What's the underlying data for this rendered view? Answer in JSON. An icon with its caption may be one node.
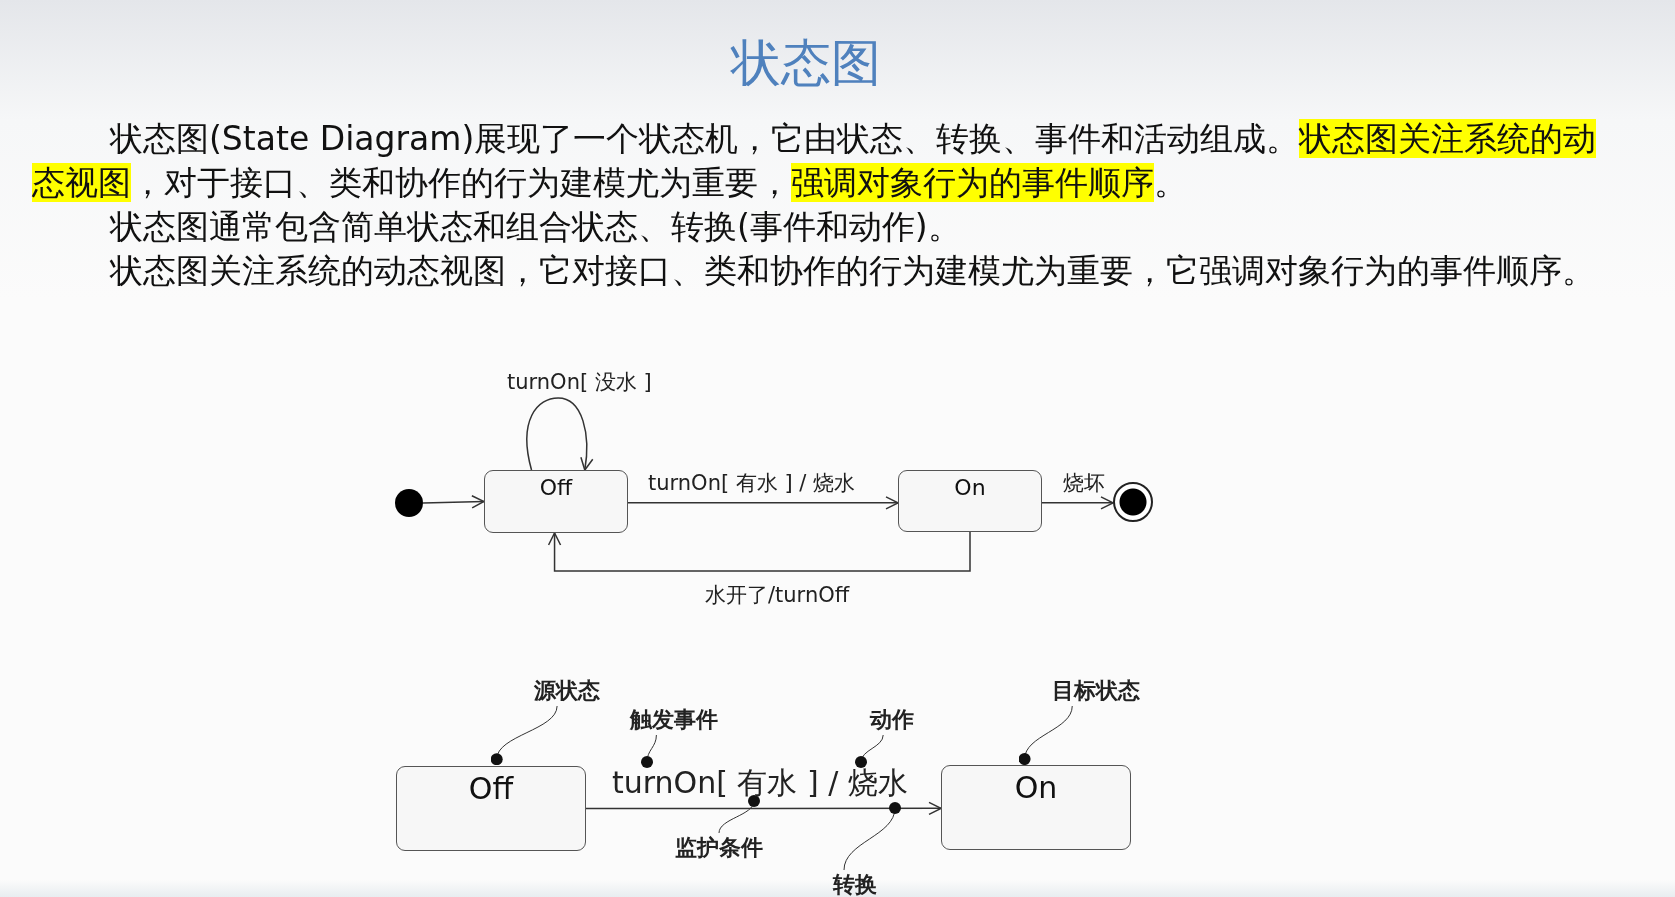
{
  "diagram": {
    "title": "状态图",
    "nodes": [
      {
        "text": [],
        "shape": "circle"
      },
      {
        "text": [
          "Off"
        ]
      },
      {
        "text": [
          "On"
        ]
      },
      {
        "text": [],
        "shape": "circle"
      },
      {
        "text": [
          "Off"
        ]
      },
      {
        "text": [
          "On"
        ]
      },
      {
        "text": [
          "源状态"
        ]
      },
      {
        "text": [
          "目标状态"
        ]
      },
      {
        "text": [
          "触发事件"
        ]
      },
      {
        "text": [
          "动作"
        ]
      },
      {
        "text": [
          "监护条件"
        ]
      },
      {
        "text": [
          "转换"
        ]
      }
    ],
    "edges": [
      {
        "from": 0,
        "to": 1,
        "arrow": "to"
      },
      {
        "from": 1,
        "to": 1,
        "arrow": "to",
        "label": "turnOn[ 没水 ]"
      },
      {
        "from": 1,
        "to": 2,
        "arrow": "to",
        "label": "turnOn[ 有水 ] / 烧水"
      },
      {
        "from": 2,
        "to": 3,
        "arrow": "to",
        "label": "烧坏"
      },
      {
        "from": 2,
        "to": 1,
        "arrow": "to",
        "label": "水开了/turnOff"
      },
      {
        "from": 4,
        "to": 5,
        "arrow": "to",
        "label": "turnOn[ 有水 ] / 烧水"
      },
      {
        "from": 6,
        "to": 4,
        "arrow": "other"
      },
      {
        "from": 7,
        "to": 5,
        "arrow": "other"
      },
      {
        "from": 8,
        "to": null,
        "arrow": "other"
      },
      {
        "from": 9,
        "to": null,
        "arrow": "other"
      },
      {
        "from": 10,
        "to": null,
        "arrow": "other"
      },
      {
        "from": 11,
        "to": null,
        "arrow": "other"
      }
    ],
    "labels": [
      "状态图(State Diagram)展现了一个状态机，它由状态、转换、事件和活动组成。",
      "状态图关注系统的动态视图",
      "，对于接口、类和协作的行为建模尤为重要，",
      "强调对象行为的事件顺序",
      "。",
      "状态图通常包含简单状态和组合状态、转换(事件和动作)。",
      "状态图关注系统的动态视图，它对接口、类和协作的行为建模尤为重要，它强调对象行为的事件顺序。"
    ]
  }
}
